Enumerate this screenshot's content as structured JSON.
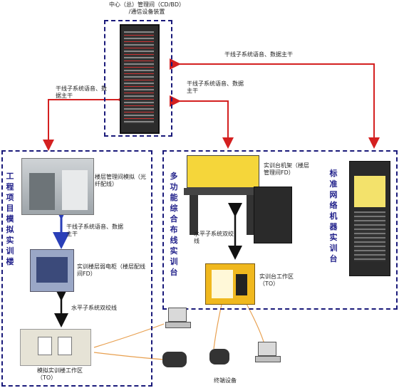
{
  "top_cabinet": {
    "title": "中心（总）管理间（CD/BD）\n/通信设备装置"
  },
  "arrows": {
    "right_top": "干线子系统语音、数据主干",
    "left_top": "干线子系统语音、数据主干",
    "mid_top": "干线子系统语音、数据主干"
  },
  "left_panel": {
    "vertical_title": "工程项目模拟实训楼",
    "room_label": "楼层管理间模拟（光纤配线）",
    "trunk_label": "干线子系统语音、数据主干",
    "cabinet_label": "实训楼层弱电柜（楼层配线间FD）",
    "horizontal_label": "水平子系统双绞线",
    "workarea_label": "模拟实训楼工作区（TO）"
  },
  "mid_panel": {
    "vertical_title": "多功能综合布线实训台",
    "rack_label": "实训台机架（楼层管理间FD）",
    "horizontal_label": "水平子系统双绞线",
    "work_label": "实训台工作区（TO）"
  },
  "right_panel": {
    "vertical_title": "标准网络机器实训台"
  },
  "terminals": {
    "label": "终端设备"
  }
}
